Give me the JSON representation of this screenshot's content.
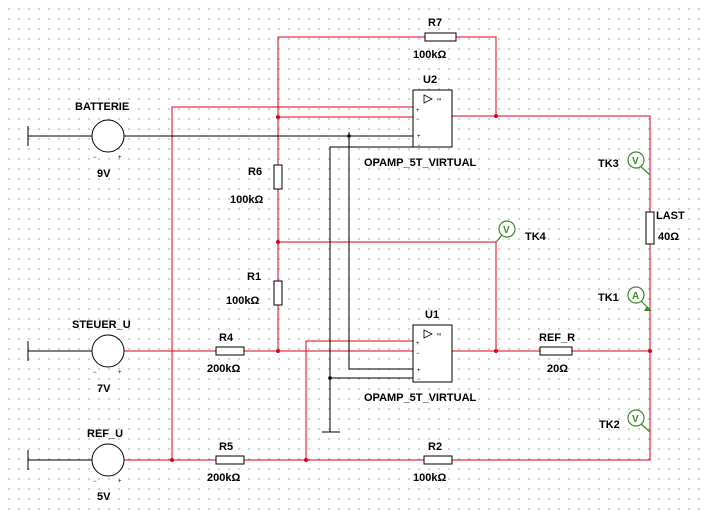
{
  "batteries": [
    {
      "id": "batterie",
      "name": "BATTERIE",
      "value": "9V"
    },
    {
      "id": "steuer_u",
      "name": "STEUER_U",
      "value": "7V"
    },
    {
      "id": "ref_u",
      "name": "REF_U",
      "value": "5V"
    }
  ],
  "resistors": [
    {
      "id": "r7",
      "name": "R7",
      "value": "100kΩ"
    },
    {
      "id": "r6",
      "name": "R6",
      "value": "100kΩ"
    },
    {
      "id": "r1",
      "name": "R1",
      "value": "100kΩ"
    },
    {
      "id": "r4",
      "name": "R4",
      "value": "200kΩ"
    },
    {
      "id": "r5",
      "name": "R5",
      "value": "200kΩ"
    },
    {
      "id": "r2",
      "name": "R2",
      "value": "100kΩ"
    },
    {
      "id": "ref_r",
      "name": "REF_R",
      "value": "20Ω"
    },
    {
      "id": "last",
      "name": "LAST",
      "value": "40Ω"
    }
  ],
  "opamps": [
    {
      "id": "u2",
      "name": "U2",
      "model": "OPAMP_5T_VIRTUAL"
    },
    {
      "id": "u1",
      "name": "U1",
      "model": "OPAMP_5T_VIRTUAL"
    }
  ],
  "meters": [
    {
      "id": "tk3",
      "name": "TK3",
      "symbol": "V"
    },
    {
      "id": "tk4",
      "name": "TK4",
      "symbol": "V"
    },
    {
      "id": "tk1",
      "name": "TK1",
      "symbol": "A"
    },
    {
      "id": "tk2",
      "name": "TK2",
      "symbol": "V"
    }
  ],
  "colors": {
    "wire": "#e0001a",
    "meter": "#3a8a2a",
    "component": "#000000"
  }
}
